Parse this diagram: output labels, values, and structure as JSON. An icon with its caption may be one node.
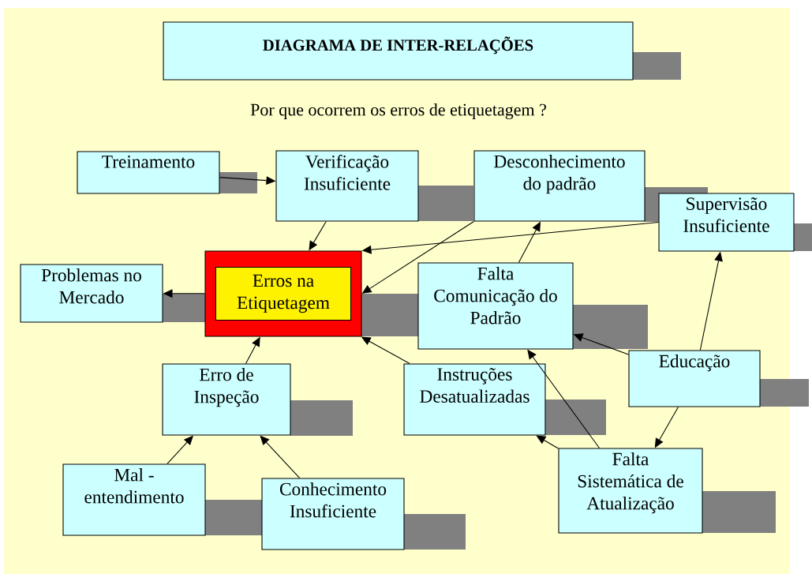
{
  "diagram": {
    "nodes": [
      {
        "text": [
          "DIAGRAMA DE INTER-RELAÇÕES"
        ]
      },
      {
        "text": [
          "Treinamento"
        ]
      },
      {
        "text": [
          "Verificação Insuficiente"
        ]
      },
      {
        "text": [
          "Desconhecimento do padrão"
        ]
      },
      {
        "text": [
          "Supervisão Insuficiente"
        ]
      },
      {
        "text": [
          "Problemas no Mercado"
        ]
      },
      {
        "text": [
          "Erros na Etiquetagem"
        ]
      },
      {
        "text": [
          "Falta Comunicação do Padrão"
        ]
      },
      {
        "text": [
          "Erro de Inspeção"
        ]
      },
      {
        "text": [
          "Instruções Desatualizadas"
        ]
      },
      {
        "text": [
          "Educação"
        ]
      },
      {
        "text": [
          "Mal - entendimento"
        ]
      },
      {
        "text": [
          "Conhecimento Insuficiente"
        ]
      },
      {
        "text": [
          "Falta Sistemática de Atualização"
        ]
      }
    ],
    "edges": [
      {
        "from": 1,
        "to": 2,
        "arrow": "to"
      },
      {
        "from": 2,
        "to": 6,
        "arrow": "to"
      },
      {
        "from": 3,
        "to": 6,
        "arrow": "to"
      },
      {
        "from": 4,
        "to": 6,
        "arrow": "to"
      },
      {
        "from": 6,
        "to": 5,
        "arrow": "to"
      },
      {
        "from": 7,
        "to": 3,
        "arrow": "to"
      },
      {
        "from": 8,
        "to": 6,
        "arrow": "to"
      },
      {
        "from": 9,
        "to": 6,
        "arrow": "to"
      },
      {
        "from": 10,
        "to": 4,
        "arrow": "to"
      },
      {
        "from": 10,
        "to": 7,
        "arrow": "to"
      },
      {
        "from": 13,
        "to": 7,
        "arrow": "to"
      },
      {
        "from": 10,
        "to": 13,
        "arrow": "to"
      },
      {
        "from": 13,
        "to": 9,
        "arrow": "to"
      },
      {
        "from": 11,
        "to": 8,
        "arrow": "to"
      },
      {
        "from": 12,
        "to": 8,
        "arrow": "to"
      }
    ],
    "labels": [
      "Por que ocorrem os erros de etiquetagem ?"
    ]
  }
}
